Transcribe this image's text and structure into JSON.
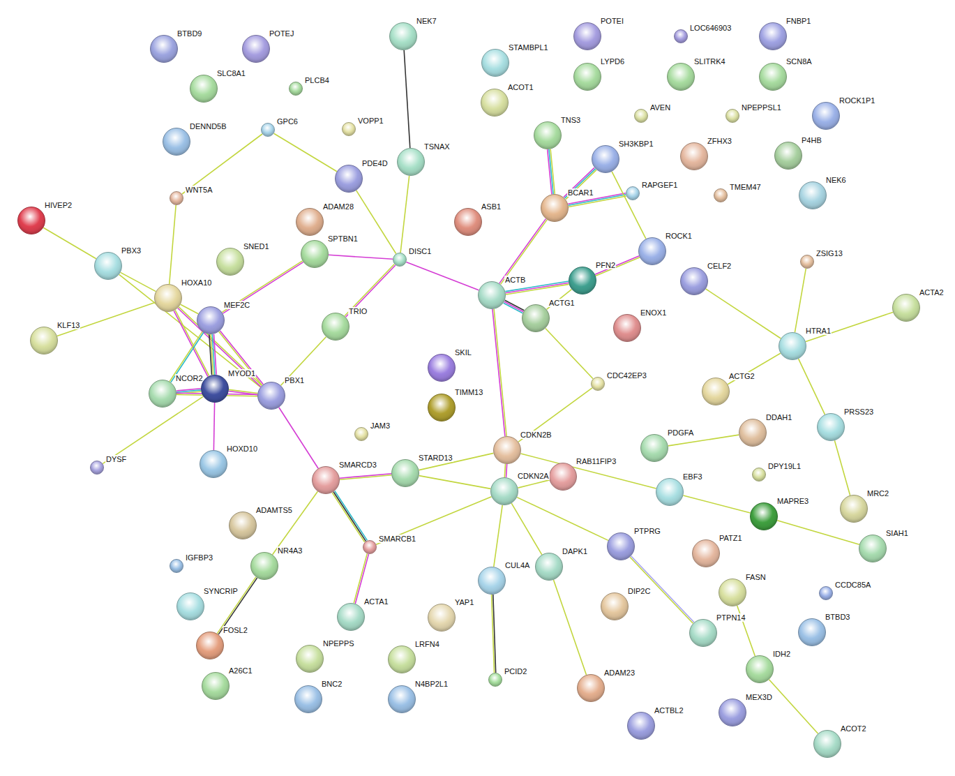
{
  "diagram": {
    "nodes": [
      {
        "text": [
          "BTBD9"
        ]
      },
      {
        "text": [
          "POTEJ"
        ]
      },
      {
        "text": [
          "SLC8A1"
        ]
      },
      {
        "text": [
          "PLCB4"
        ]
      },
      {
        "text": [
          "GPC6"
        ]
      },
      {
        "text": [
          "VOPP1"
        ]
      },
      {
        "text": [
          "DENND5B"
        ]
      },
      {
        "text": [
          "NEK7"
        ]
      },
      {
        "text": [
          "STAMBPL1"
        ]
      },
      {
        "text": [
          "ACOT1"
        ]
      },
      {
        "text": [
          "POTEI"
        ]
      },
      {
        "text": [
          "LYPD6"
        ]
      },
      {
        "text": [
          "LOC646903"
        ]
      },
      {
        "text": [
          "SLITRK4"
        ]
      },
      {
        "text": [
          "FNBP1"
        ]
      },
      {
        "text": [
          "SCN8A"
        ]
      },
      {
        "text": [
          "AVEN"
        ]
      },
      {
        "text": [
          "NPEPPSL1"
        ]
      },
      {
        "text": [
          "ROCK1P1"
        ]
      },
      {
        "text": [
          "TSNAX"
        ]
      },
      {
        "text": [
          "PDE4D"
        ]
      },
      {
        "text": [
          "TNS3"
        ]
      },
      {
        "text": [
          "SH3KBP1"
        ]
      },
      {
        "text": [
          "ZFHX3"
        ]
      },
      {
        "text": [
          "P4HB"
        ]
      },
      {
        "text": [
          "TMEM47"
        ]
      },
      {
        "text": [
          "WNT5A"
        ]
      },
      {
        "text": [
          "RAPGEF1"
        ]
      },
      {
        "text": [
          "NEK6"
        ]
      },
      {
        "text": [
          "HIVEP2"
        ]
      },
      {
        "text": [
          "ADAM28"
        ]
      },
      {
        "text": [
          "ASB1"
        ]
      },
      {
        "text": [
          "BCAR1"
        ]
      },
      {
        "text": [
          "SNED1"
        ]
      },
      {
        "text": [
          "SPTBN1"
        ]
      },
      {
        "text": [
          "DISC1"
        ]
      },
      {
        "text": [
          "ROCK1"
        ]
      },
      {
        "text": [
          "PBX3"
        ]
      },
      {
        "text": [
          "ZSIG13"
        ]
      },
      {
        "text": [
          "CELF2"
        ]
      },
      {
        "text": [
          "ACTA2"
        ]
      },
      {
        "text": [
          "HOXA10"
        ]
      },
      {
        "text": [
          "ACTB"
        ]
      },
      {
        "text": [
          "PFN2"
        ]
      },
      {
        "text": [
          "ACTG1"
        ]
      },
      {
        "text": [
          "MEF2C"
        ]
      },
      {
        "text": [
          "TRIO"
        ]
      },
      {
        "text": [
          "ENOX1"
        ]
      },
      {
        "text": [
          "HTRA1"
        ]
      },
      {
        "text": [
          "KLF13"
        ]
      },
      {
        "text": [
          "SKIL"
        ]
      },
      {
        "text": [
          "CDC42EP3"
        ]
      },
      {
        "text": [
          "ACTG2"
        ]
      },
      {
        "text": [
          "NCOR2"
        ]
      },
      {
        "text": [
          "MYOD1"
        ]
      },
      {
        "text": [
          "PBX1"
        ]
      },
      {
        "text": [
          "TIMM13"
        ]
      },
      {
        "text": [
          "JAM3"
        ]
      },
      {
        "text": [
          "PRSS23"
        ]
      },
      {
        "text": [
          "PDGFA"
        ]
      },
      {
        "text": [
          "DDAH1"
        ]
      },
      {
        "text": [
          "CDKN2B"
        ]
      },
      {
        "text": [
          "DYSF"
        ]
      },
      {
        "text": [
          "HOXD10"
        ]
      },
      {
        "text": [
          "SMARCD3"
        ]
      },
      {
        "text": [
          "STARD13"
        ]
      },
      {
        "text": [
          "RAB11FIP3"
        ]
      },
      {
        "text": [
          "DPY19L1"
        ]
      },
      {
        "text": [
          "CDKN2A"
        ]
      },
      {
        "text": [
          "EBF3"
        ]
      },
      {
        "text": [
          "MAPRE3"
        ]
      },
      {
        "text": [
          "MRC2"
        ]
      },
      {
        "text": [
          "ADAMTS5"
        ]
      },
      {
        "text": [
          "SMARCB1"
        ]
      },
      {
        "text": [
          "PTPRG"
        ]
      },
      {
        "text": [
          "PATZ1"
        ]
      },
      {
        "text": [
          "SIAH1"
        ]
      },
      {
        "text": [
          "IGFBP3"
        ]
      },
      {
        "text": [
          "NR4A3"
        ]
      },
      {
        "text": [
          "DAPK1"
        ]
      },
      {
        "text": [
          "CUL4A"
        ]
      },
      {
        "text": [
          "DIP2C"
        ]
      },
      {
        "text": [
          "FASN"
        ]
      },
      {
        "text": [
          "CCDC85A"
        ]
      },
      {
        "text": [
          "SYNCRIP"
        ]
      },
      {
        "text": [
          "YAP1"
        ]
      },
      {
        "text": [
          "ACTA1"
        ]
      },
      {
        "text": [
          "FOSL2"
        ]
      },
      {
        "text": [
          "PTPN14"
        ]
      },
      {
        "text": [
          "BTBD3"
        ]
      },
      {
        "text": [
          "NPEPPS"
        ]
      },
      {
        "text": [
          "LRFN4"
        ]
      },
      {
        "text": [
          "IDH2"
        ]
      },
      {
        "text": [
          "PCID2"
        ]
      },
      {
        "text": [
          "A26C1"
        ]
      },
      {
        "text": [
          "BNC2"
        ]
      },
      {
        "text": [
          "N4BP2L1"
        ]
      },
      {
        "text": [
          "ADAM23"
        ]
      },
      {
        "text": [
          "ACTBL2"
        ]
      },
      {
        "text": [
          "MEX3D"
        ]
      },
      {
        "text": [
          "ACOT2"
        ]
      }
    ],
    "edges": [
      {
        "from": 7,
        "to": 19,
        "arrow": "none"
      },
      {
        "from": 19,
        "to": 35,
        "arrow": "none"
      },
      {
        "from": 4,
        "to": 20,
        "arrow": "none"
      },
      {
        "from": 4,
        "to": 26,
        "arrow": "none"
      },
      {
        "from": 20,
        "to": 35,
        "arrow": "none"
      },
      {
        "from": 26,
        "to": 41,
        "arrow": "none"
      },
      {
        "from": 29,
        "to": 37,
        "arrow": "none"
      },
      {
        "from": 37,
        "to": 41,
        "arrow": "none"
      },
      {
        "from": 37,
        "to": 55,
        "arrow": "none"
      },
      {
        "from": 49,
        "to": 41,
        "arrow": "none"
      },
      {
        "from": 41,
        "to": 45,
        "arrow": "none"
      },
      {
        "from": 41,
        "to": 54,
        "arrow": "none"
      },
      {
        "from": 41,
        "to": 55,
        "arrow": "none"
      },
      {
        "from": 34,
        "to": 35,
        "arrow": "none"
      },
      {
        "from": 34,
        "to": 45,
        "arrow": "none"
      },
      {
        "from": 35,
        "to": 46,
        "arrow": "none"
      },
      {
        "from": 35,
        "to": 42,
        "arrow": "none"
      },
      {
        "from": 46,
        "to": 55,
        "arrow": "none"
      },
      {
        "from": 45,
        "to": 53,
        "arrow": "none"
      },
      {
        "from": 45,
        "to": 54,
        "arrow": "none"
      },
      {
        "from": 45,
        "to": 55,
        "arrow": "none"
      },
      {
        "from": 53,
        "to": 54,
        "arrow": "none"
      },
      {
        "from": 53,
        "to": 55,
        "arrow": "none"
      },
      {
        "from": 54,
        "to": 55,
        "arrow": "none"
      },
      {
        "from": 54,
        "to": 62,
        "arrow": "none"
      },
      {
        "from": 54,
        "to": 63,
        "arrow": "none"
      },
      {
        "from": 55,
        "to": 64,
        "arrow": "none"
      },
      {
        "from": 64,
        "to": 65,
        "arrow": "none"
      },
      {
        "from": 64,
        "to": 73,
        "arrow": "none"
      },
      {
        "from": 64,
        "to": 78,
        "arrow": "none"
      },
      {
        "from": 73,
        "to": 86,
        "arrow": "none"
      },
      {
        "from": 73,
        "to": 68,
        "arrow": "none"
      },
      {
        "from": 78,
        "to": 87,
        "arrow": "none"
      },
      {
        "from": 65,
        "to": 61,
        "arrow": "none"
      },
      {
        "from": 65,
        "to": 68,
        "arrow": "none"
      },
      {
        "from": 61,
        "to": 68,
        "arrow": "none"
      },
      {
        "from": 61,
        "to": 42,
        "arrow": "none"
      },
      {
        "from": 61,
        "to": 51,
        "arrow": "none"
      },
      {
        "from": 51,
        "to": 44,
        "arrow": "none"
      },
      {
        "from": 61,
        "to": 69,
        "arrow": "none"
      },
      {
        "from": 68,
        "to": 66,
        "arrow": "none"
      },
      {
        "from": 69,
        "to": 70,
        "arrow": "none"
      },
      {
        "from": 70,
        "to": 76,
        "arrow": "none"
      },
      {
        "from": 68,
        "to": 80,
        "arrow": "none"
      },
      {
        "from": 68,
        "to": 79,
        "arrow": "none"
      },
      {
        "from": 68,
        "to": 74,
        "arrow": "none"
      },
      {
        "from": 80,
        "to": 93,
        "arrow": "none"
      },
      {
        "from": 79,
        "to": 97,
        "arrow": "none"
      },
      {
        "from": 74,
        "to": 88,
        "arrow": "none"
      },
      {
        "from": 42,
        "to": 44,
        "arrow": "none"
      },
      {
        "from": 42,
        "to": 43,
        "arrow": "none"
      },
      {
        "from": 42,
        "to": 32,
        "arrow": "none"
      },
      {
        "from": 44,
        "to": 43,
        "arrow": "none"
      },
      {
        "from": 43,
        "to": 36,
        "arrow": "none"
      },
      {
        "from": 32,
        "to": 21,
        "arrow": "none"
      },
      {
        "from": 32,
        "to": 22,
        "arrow": "none"
      },
      {
        "from": 32,
        "to": 27,
        "arrow": "none"
      },
      {
        "from": 22,
        "to": 36,
        "arrow": "none"
      },
      {
        "from": 39,
        "to": 48,
        "arrow": "none"
      },
      {
        "from": 38,
        "to": 48,
        "arrow": "none"
      },
      {
        "from": 40,
        "to": 48,
        "arrow": "none"
      },
      {
        "from": 52,
        "to": 48,
        "arrow": "none"
      },
      {
        "from": 48,
        "to": 58,
        "arrow": "none"
      },
      {
        "from": 58,
        "to": 71,
        "arrow": "none"
      },
      {
        "from": 59,
        "to": 60,
        "arrow": "none"
      },
      {
        "from": 82,
        "to": 92,
        "arrow": "none"
      },
      {
        "from": 92,
        "to": 100,
        "arrow": "none"
      }
    ]
  }
}
